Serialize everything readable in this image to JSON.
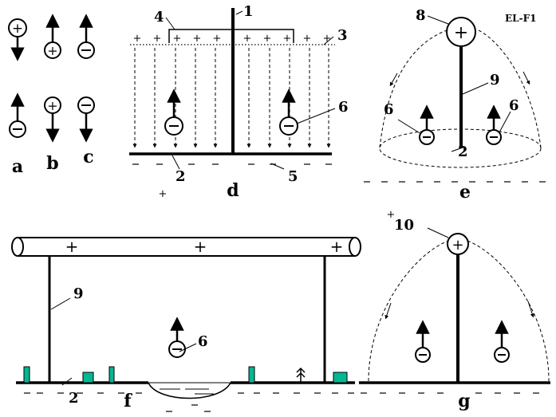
{
  "diagram_id": "EL-F1",
  "panels": {
    "a": {
      "label": "a"
    },
    "b": {
      "label": "b"
    },
    "c": {
      "label": "c"
    },
    "d": {
      "label": "d",
      "numbers": [
        "1",
        "2",
        "3",
        "4",
        "5",
        "6"
      ]
    },
    "e": {
      "label": "e",
      "numbers": [
        "8",
        "9",
        "6",
        "6",
        "2"
      ]
    },
    "f": {
      "label": "f",
      "numbers": [
        "9",
        "6",
        "2"
      ]
    },
    "g": {
      "label": "g",
      "numbers": [
        "10"
      ]
    }
  },
  "symbols": {
    "plus": "+",
    "minus": "−"
  },
  "colors": {
    "ink": "#000000",
    "grass": "#00b894",
    "background": "#ffffff"
  }
}
